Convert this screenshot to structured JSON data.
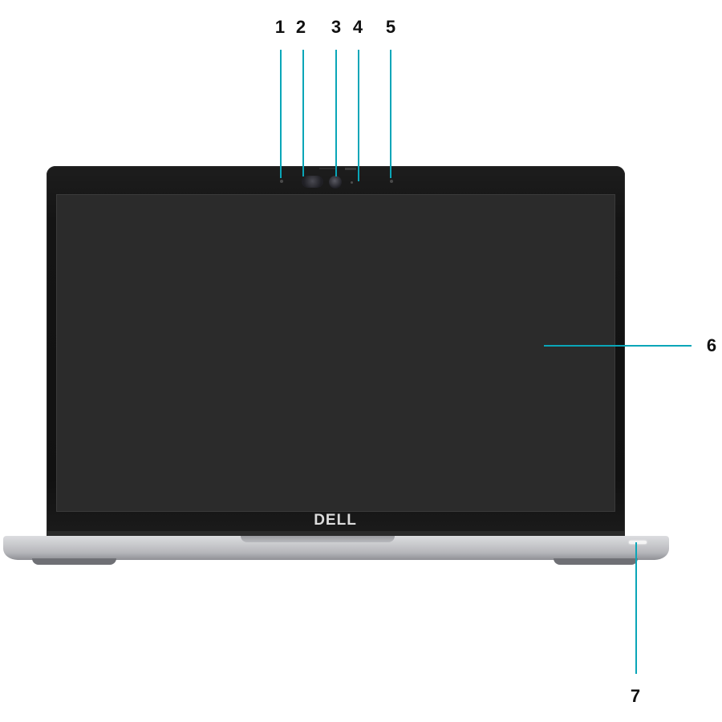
{
  "logo_text": "DELL",
  "callouts": [
    {
      "id": "1",
      "label": "1"
    },
    {
      "id": "2",
      "label": "2"
    },
    {
      "id": "3",
      "label": "3"
    },
    {
      "id": "4",
      "label": "4"
    },
    {
      "id": "5",
      "label": "5"
    },
    {
      "id": "6",
      "label": "6"
    },
    {
      "id": "7",
      "label": "7"
    }
  ],
  "colors": {
    "leader": "#0aa6b8",
    "bezel": "#141414",
    "screen": "#2b2b2b",
    "base": "#c9cacd"
  }
}
